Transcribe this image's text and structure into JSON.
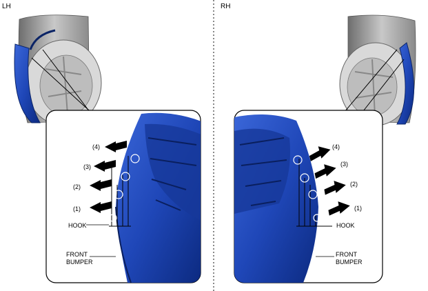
{
  "panels": {
    "left": {
      "side": "LH"
    },
    "right": {
      "side": "RH"
    }
  },
  "steps": [
    "(1)",
    "(2)",
    "(3)",
    "(4)"
  ],
  "labels": {
    "hook": "HOOK",
    "front_bumper_line1": "FRONT",
    "front_bumper_line2": "BUMPER"
  },
  "colors": {
    "bumper_blue": "#1f47b8",
    "bumper_dark": "#0d2a7a",
    "tire_gray": "#9a9a9a",
    "arrow": "#000000"
  }
}
